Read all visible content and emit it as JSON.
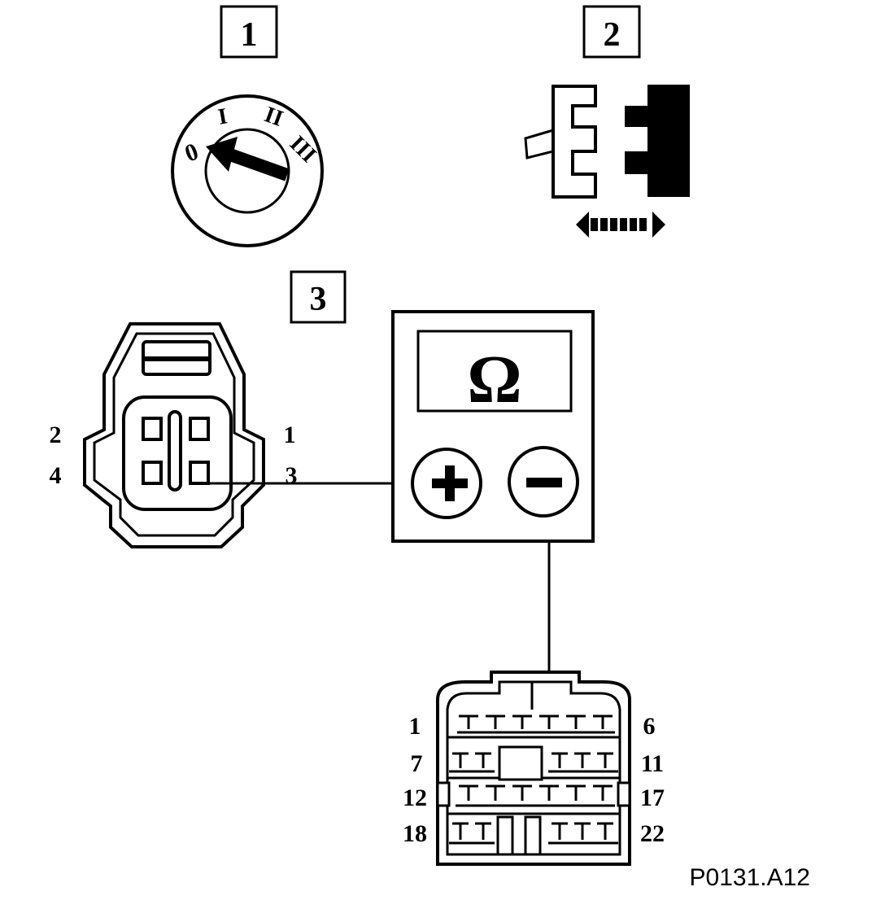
{
  "steps": {
    "step1": "1",
    "step2": "2",
    "step3": "3"
  },
  "ignition": {
    "positions": [
      "0",
      "I",
      "II",
      "III"
    ]
  },
  "meter": {
    "symbol": "Ω",
    "positive": "+",
    "negative": "−"
  },
  "sensor_connector": {
    "pins": {
      "p1": "1",
      "p2": "2",
      "p3": "3",
      "p4": "4"
    }
  },
  "ecu_connector": {
    "rows": [
      {
        "left": "1",
        "right": "6"
      },
      {
        "left": "7",
        "right": "11"
      },
      {
        "left": "12",
        "right": "17"
      },
      {
        "left": "18",
        "right": "22"
      }
    ]
  },
  "reference": "P0131.A12",
  "colors": {
    "ink": "#000000",
    "paper": "#ffffff"
  }
}
